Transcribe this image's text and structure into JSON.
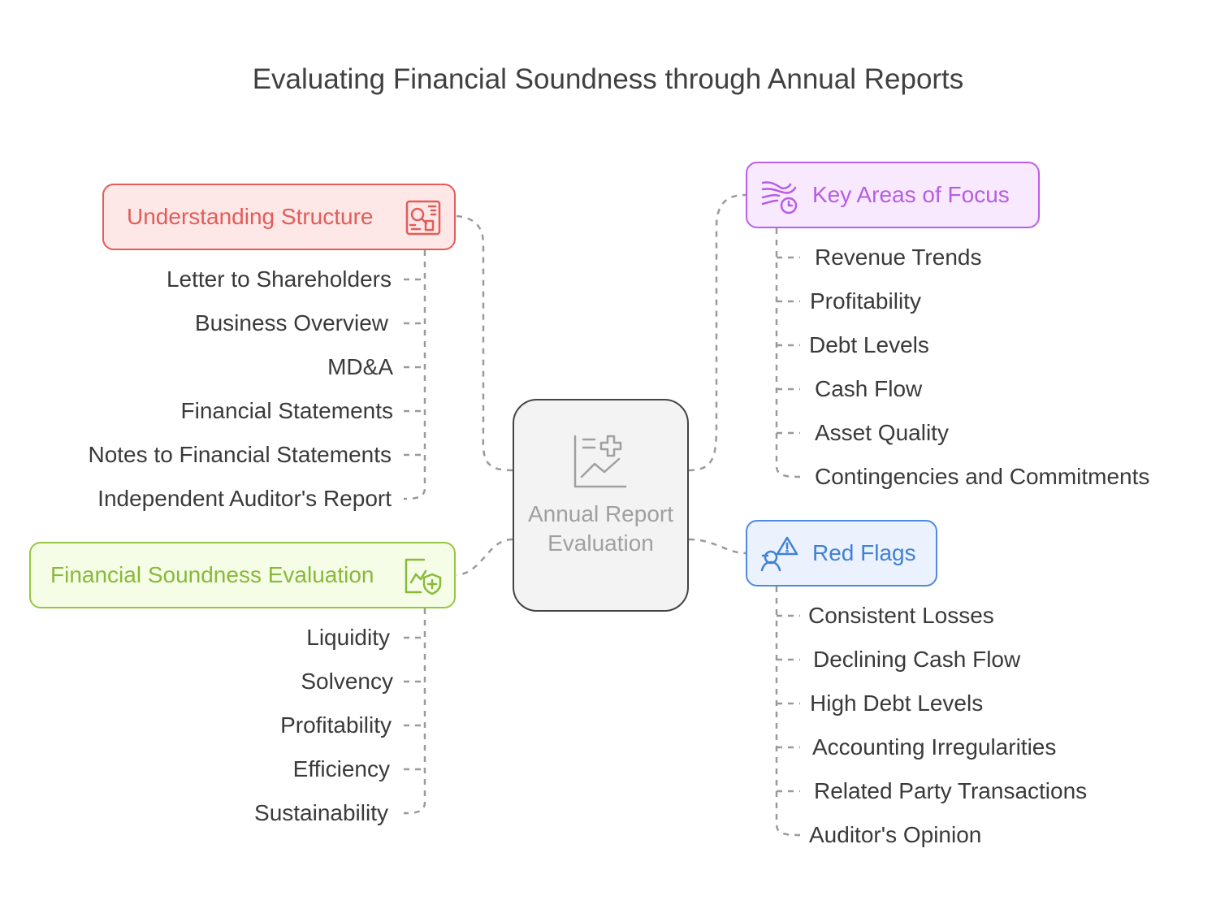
{
  "title": "Evaluating Financial Soundness through Annual Reports",
  "center": {
    "label": "Annual Report Evaluation",
    "icon": "chart-plus-icon"
  },
  "branches": {
    "structure": {
      "label": "Understanding Structure",
      "icon": "structure-document-icon",
      "color": "#e35c59",
      "items": [
        "Letter to Shareholders",
        "Business Overview",
        "MD&A",
        "Financial Statements",
        "Notes to Financial Statements",
        "Independent Auditor's Report"
      ]
    },
    "focus": {
      "label": "Key Areas of Focus",
      "icon": "focus-wind-icon",
      "color": "#bc5fe8",
      "items": [
        "Revenue Trends",
        "Profitability",
        "Debt Levels",
        "Cash Flow",
        "Asset Quality",
        "Contingencies and Commitments"
      ]
    },
    "red_flags": {
      "label": "Red Flags",
      "icon": "warning-person-icon",
      "color": "#4f8be0",
      "items": [
        "Consistent Losses",
        "Declining Cash Flow",
        "High Debt Levels",
        "Accounting Irregularities",
        "Related Party Transactions",
        "Auditor's Opinion"
      ]
    },
    "evaluation": {
      "label": "Financial Soundness Evaluation",
      "icon": "chart-shield-icon",
      "color": "#98c544",
      "items": [
        "Liquidity",
        "Solvency",
        "Profitability",
        "Efficiency",
        "Sustainability"
      ]
    }
  }
}
